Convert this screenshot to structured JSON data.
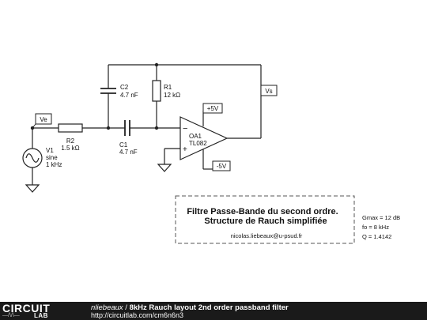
{
  "schematic": {
    "v1": {
      "name": "V1",
      "type": "sine",
      "freq": "1 kHz"
    },
    "r2": {
      "name": "R2",
      "value": "1.5 kΩ"
    },
    "c1": {
      "name": "C1",
      "value": "4.7 nF"
    },
    "c2": {
      "name": "C2",
      "value": "4.7 nF"
    },
    "r1": {
      "name": "R1",
      "value": "12 kΩ"
    },
    "opamp": {
      "name": "OA1",
      "part": "TL082"
    },
    "vpos": "+5V",
    "vneg": "-5V",
    "ve": "Ve",
    "vs": "Vs",
    "note": {
      "title_line1": "Filtre Passe-Bande du second ordre.",
      "title_line2": "Structure de Rauch simplifiée",
      "email": "nicolas.liebeaux@u-psud.fr",
      "gmax": "Gmax = 12 dB",
      "fo": "fo = 8 kHz",
      "q": "Q = 1.4142"
    }
  },
  "footer": {
    "logo_top": "CIRCUIT",
    "logo_bottom": "LAB",
    "logo_trace": "—/\\/\\—",
    "author": "nliebeaux",
    "separator": " / ",
    "title": "8kHz Rauch layout 2nd order passband filter",
    "url": "http://circuitlab.com/cm6n6n3"
  }
}
